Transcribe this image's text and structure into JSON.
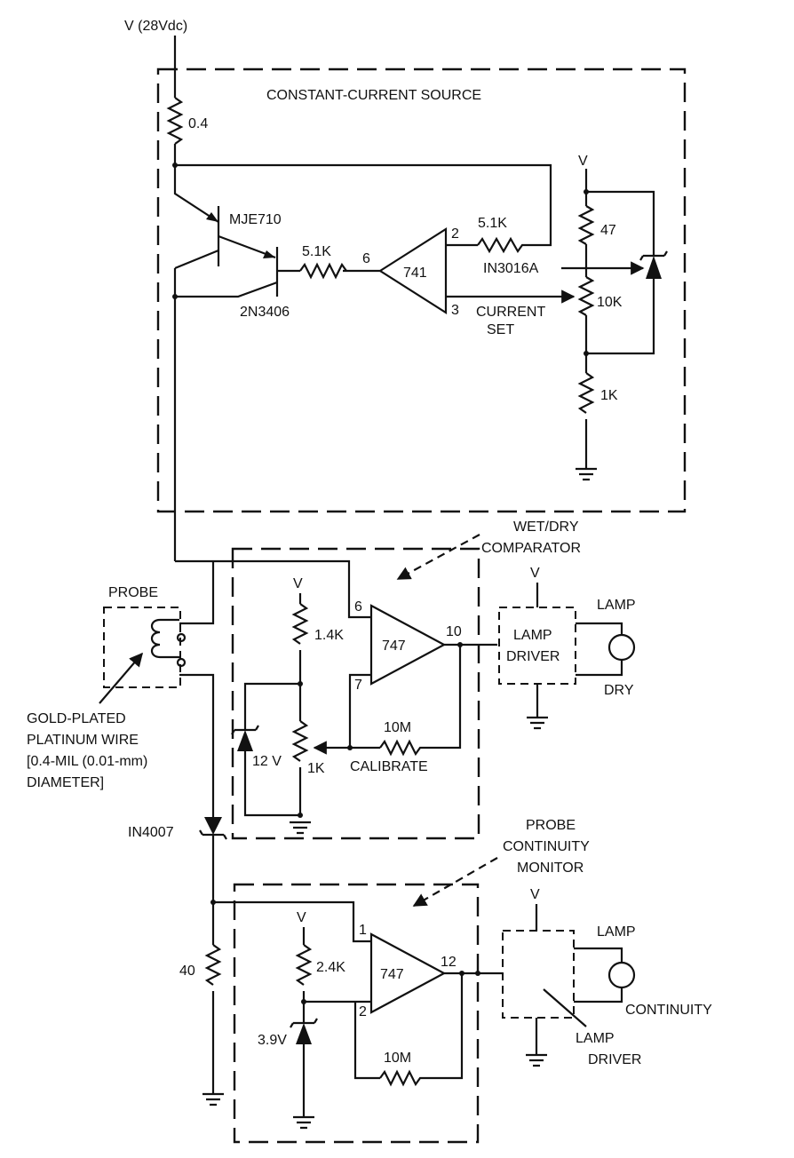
{
  "labels": {
    "supply": "V (28Vdc)",
    "ccs_title": "CONSTANT-CURRENT SOURCE",
    "r_04": "0.4",
    "q1": "MJE710",
    "q2": "2N3406",
    "r_51k_a": "5.1K",
    "r_51k_b": "5.1K",
    "oa1": "741",
    "pin6": "6",
    "pin2": "2",
    "pin3": "3",
    "v_top": "V",
    "r_47": "47",
    "zener_ccs": "IN3016A",
    "pot_10k": "10K",
    "current1": "CURRENT",
    "current2": "SET",
    "r_1k": "1K",
    "wetdry1": "WET/DRY",
    "wetdry2": "COMPARATOR",
    "probe": "PROBE",
    "v_cmp1": "V",
    "r_14k": "1.4K",
    "pin6b": "6",
    "oa2": "747",
    "pin10": "10",
    "pin7": "7",
    "r_10m_a": "10M",
    "zener_12": "12 V",
    "pot_1k": "1K",
    "calibrate": "CALIBRATE",
    "v_ld1": "V",
    "ld1_a": "LAMP",
    "ld1_b": "DRIVER",
    "lamp1": "LAMP",
    "dry": "DRY",
    "wire1": "GOLD-PLATED",
    "wire2": "PLATINUM WIRE",
    "wire3": "[0.4-MIL (0.01-mm)",
    "wire4": "DIAMETER]",
    "diode": "IN4007",
    "pcm1": "PROBE",
    "pcm2": "CONTINUITY",
    "pcm3": "MONITOR",
    "v_cmp2": "V",
    "r_24k": "2.4K",
    "pin1": "1",
    "oa3": "747",
    "pin12": "12",
    "pin2b": "2",
    "r_40": "40",
    "zener_39": "3.9V",
    "r_10m_b": "10M",
    "v_ld2": "V",
    "lamp2": "LAMP",
    "continuity": "CONTINUITY",
    "ld2_a": "LAMP",
    "ld2_b": "DRIVER"
  }
}
